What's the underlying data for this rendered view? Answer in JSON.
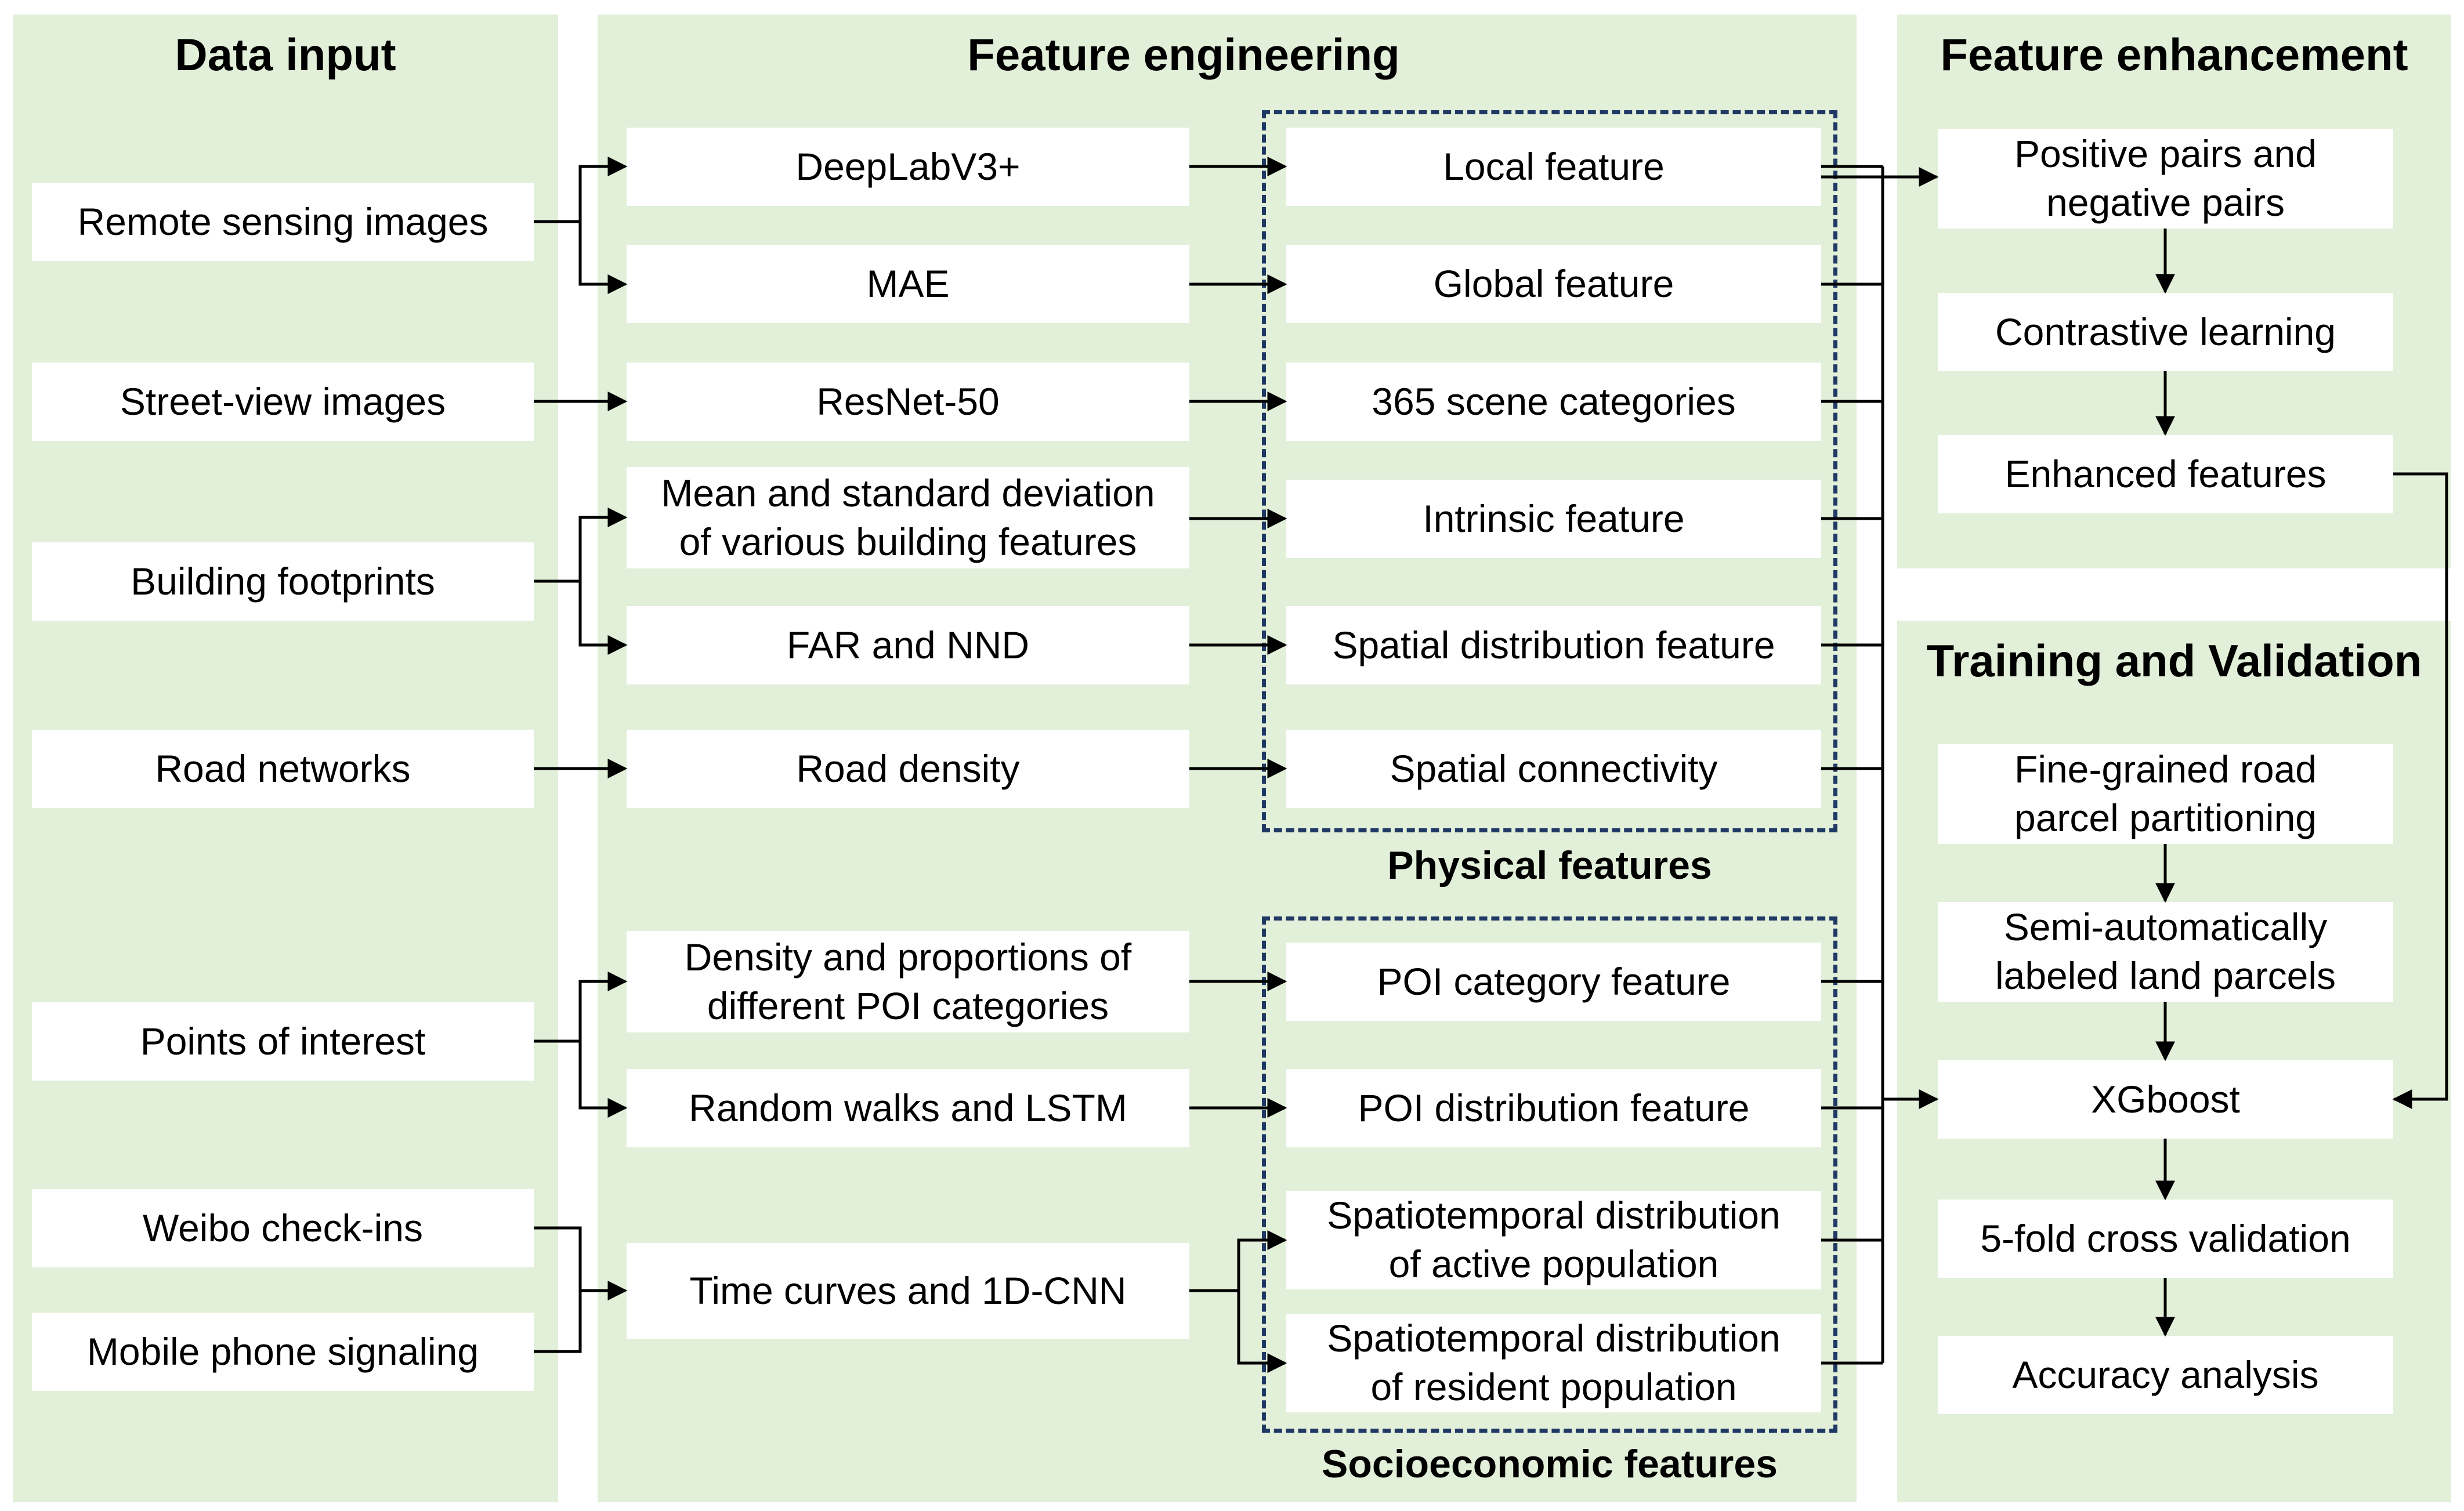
{
  "sections": {
    "data_input": "Data input",
    "feature_engineering": "Feature engineering",
    "feature_enhancement": "Feature enhancement",
    "training_validation": "Training and Validation"
  },
  "inputs": {
    "remote_sensing": "Remote sensing images",
    "street_view": "Street-view images",
    "building_footprints": "Building footprints",
    "road_networks": "Road networks",
    "poi": "Points of interest",
    "weibo": "Weibo check-ins",
    "mobile": "Mobile phone signaling"
  },
  "methods": {
    "deeplab": "DeepLabV3+",
    "mae": "MAE",
    "resnet": "ResNet-50",
    "mean_std_line1": "Mean and standard deviation",
    "mean_std_line2": "of various building features",
    "far_nnd": "FAR and NND",
    "road_density": "Road density",
    "density_line1": "Density and proportions of",
    "density_line2": "different POI categories",
    "random_walks": "Random walks and LSTM",
    "time_curves": "Time curves and 1D-CNN"
  },
  "features": {
    "local": "Local feature",
    "global": "Global feature",
    "scene": "365 scene categories",
    "intrinsic": "Intrinsic feature",
    "spatial_distribution": "Spatial distribution feature",
    "spatial_connectivity": "Spatial connectivity",
    "poi_category": "POI category feature",
    "poi_distribution": "POI distribution feature",
    "active_line1": "Spatiotemporal distribution",
    "active_line2": "of active population",
    "resident_line1": "Spatiotemporal distribution",
    "resident_line2": "of resident population"
  },
  "groups": {
    "physical": "Physical features",
    "socioeconomic": "Socioeconomic features"
  },
  "enhancement": {
    "pairs_line1": "Positive pairs and",
    "pairs_line2": "negative pairs",
    "contrastive": "Contrastive learning",
    "enhanced": "Enhanced features"
  },
  "training": {
    "partition_line1": "Fine-grained road",
    "partition_line2": "parcel partitioning",
    "labeled_line1": "Semi-automatically",
    "labeled_line2": "labeled land parcels",
    "xgboost": "XGboost",
    "cross_validation": "5-fold cross validation",
    "accuracy": "Accuracy analysis"
  },
  "colors": {
    "panel_bg": "#e2efd9",
    "box_bg": "#ffffff",
    "dashed_border": "#1f3864",
    "line": "#000000"
  }
}
